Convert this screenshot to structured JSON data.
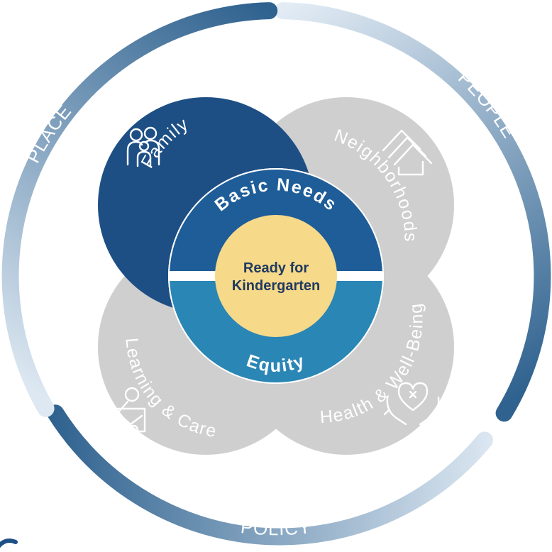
{
  "outer_ring": {
    "people_label": "PEOPLE",
    "place_label": "PLACE",
    "policy_label": "POLICY"
  },
  "petals": {
    "family": "Family",
    "neighborhoods": "Neighborhoods",
    "learning_care": "Learning & Care",
    "health": "Health & Well-Being"
  },
  "bands": {
    "top": "Basic Needs",
    "bottom": "Equity"
  },
  "center": {
    "line1": "Ready for",
    "line2": "Kindergarten"
  },
  "colors": {
    "navy": "#1d4f85",
    "blue_band": "#1e5d98",
    "teal_band": "#2a86b5",
    "gray": "#cfcfcf",
    "yellow": "#f7d98a",
    "ring_dark": "#3e6f9f",
    "ring_light": "#d7e4f0"
  },
  "icons": [
    "family-icon",
    "houses-icon",
    "child-puzzle-icon",
    "heart-hands-icon"
  ]
}
